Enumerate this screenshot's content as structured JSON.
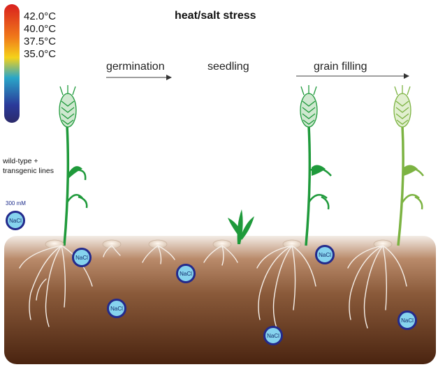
{
  "title": "heat/salt stress",
  "temperature_scale": {
    "labels": [
      "42.0°C",
      "40.0°C",
      "37.5°C",
      "35.0°C"
    ],
    "colors": [
      "#d9201e",
      "#f07a1a",
      "#f5d21a",
      "#2aa6c8",
      "#2a3a9a",
      "#2b2a6a"
    ]
  },
  "stages": {
    "germination": "germination",
    "seedling": "seedling",
    "grain_filling": "grain filling"
  },
  "plant_label": [
    "wild-type +",
    "transgenic lines"
  ],
  "salt": {
    "concentration": "300 mM",
    "ion_label": "NaCl"
  },
  "colors": {
    "soil_top": "#f3ece6",
    "soil_bottom": "#4a2410",
    "plant_green": "#1f9a3b",
    "plant_light_green": "#7cb342",
    "nacl_fill": "#86d3ee",
    "nacl_border": "#232a8c"
  }
}
